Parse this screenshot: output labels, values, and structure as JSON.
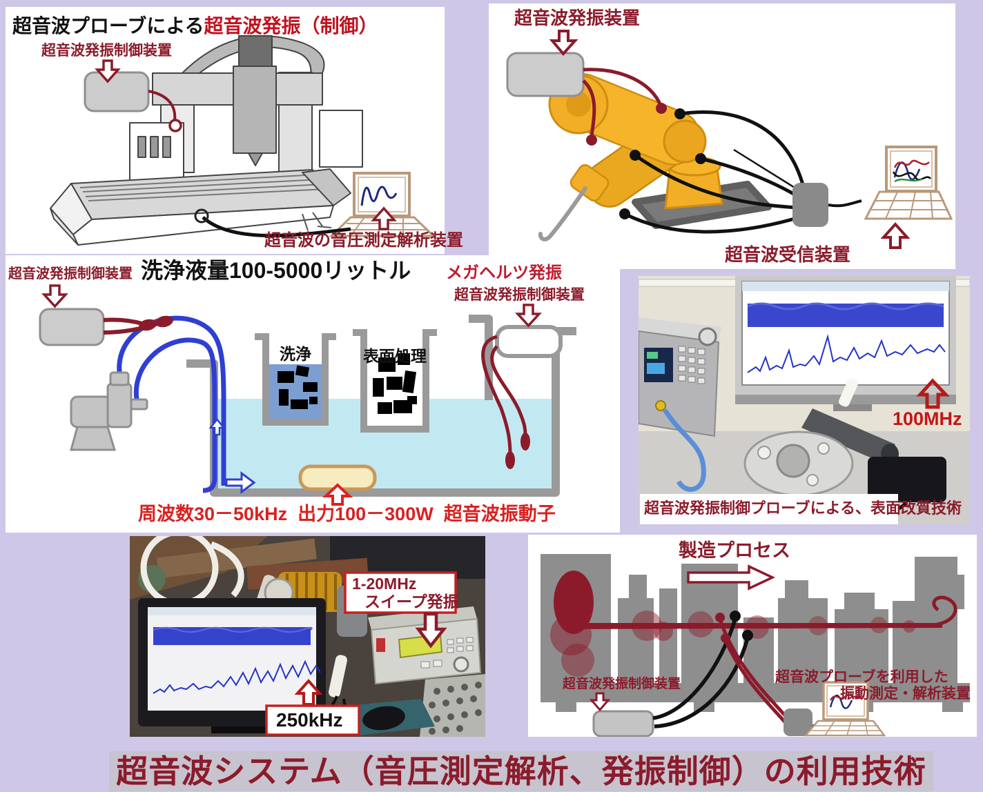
{
  "page": {
    "footer_title": "超音波システム（音圧測定解析、発振制御）の利用技術"
  },
  "colors": {
    "background": "#cfc7e7",
    "maroon": "#8b1b2b",
    "bright_red": "#d92121",
    "tube_blue": "#2f3fd3",
    "robot_yellow": "#f2ae26",
    "water": "#c2e9f2",
    "bath_blue": "#7d9ed0",
    "vibrator_fill": "#f7ecc0",
    "device_gray": "#c8c8c8"
  },
  "panels": {
    "machining": {
      "title_black": "超音波プローブによる",
      "title_red": "超音波発振（制御）",
      "controller_label": "超音波発振制御装置",
      "caption": "超音波の音圧測定解析装置"
    },
    "robot": {
      "oscillator_label": "超音波発振装置",
      "receiver_label": "超音波受信装置"
    },
    "cleaning": {
      "title": "洗浄液量100-5000リットル",
      "controller_label": "超音波発振制御装置",
      "mhz_label": "メガヘルツ発振",
      "mhz_controller_label": "超音波発振制御装置",
      "bath1_label": "洗浄",
      "bath2_label": "表面処理",
      "caption_freq": "周波数30－50kHz",
      "caption_power": "出力100－300W",
      "caption_vibrator": "超音波振動子"
    },
    "surface": {
      "freq_label": "100MHz",
      "caption": "超音波発振制御プローブによる、表面改質技術"
    },
    "sweep": {
      "label_line1": "1-20MHz",
      "label_line2": "スイープ発振",
      "freq_label": "250kHz"
    },
    "process": {
      "title": "製造プロセス",
      "controller_label": "超音波発振制御装置",
      "analyzer_label_line1": "超音波プローブを利用した",
      "analyzer_label_line2": "振動測定・解析装置"
    }
  }
}
